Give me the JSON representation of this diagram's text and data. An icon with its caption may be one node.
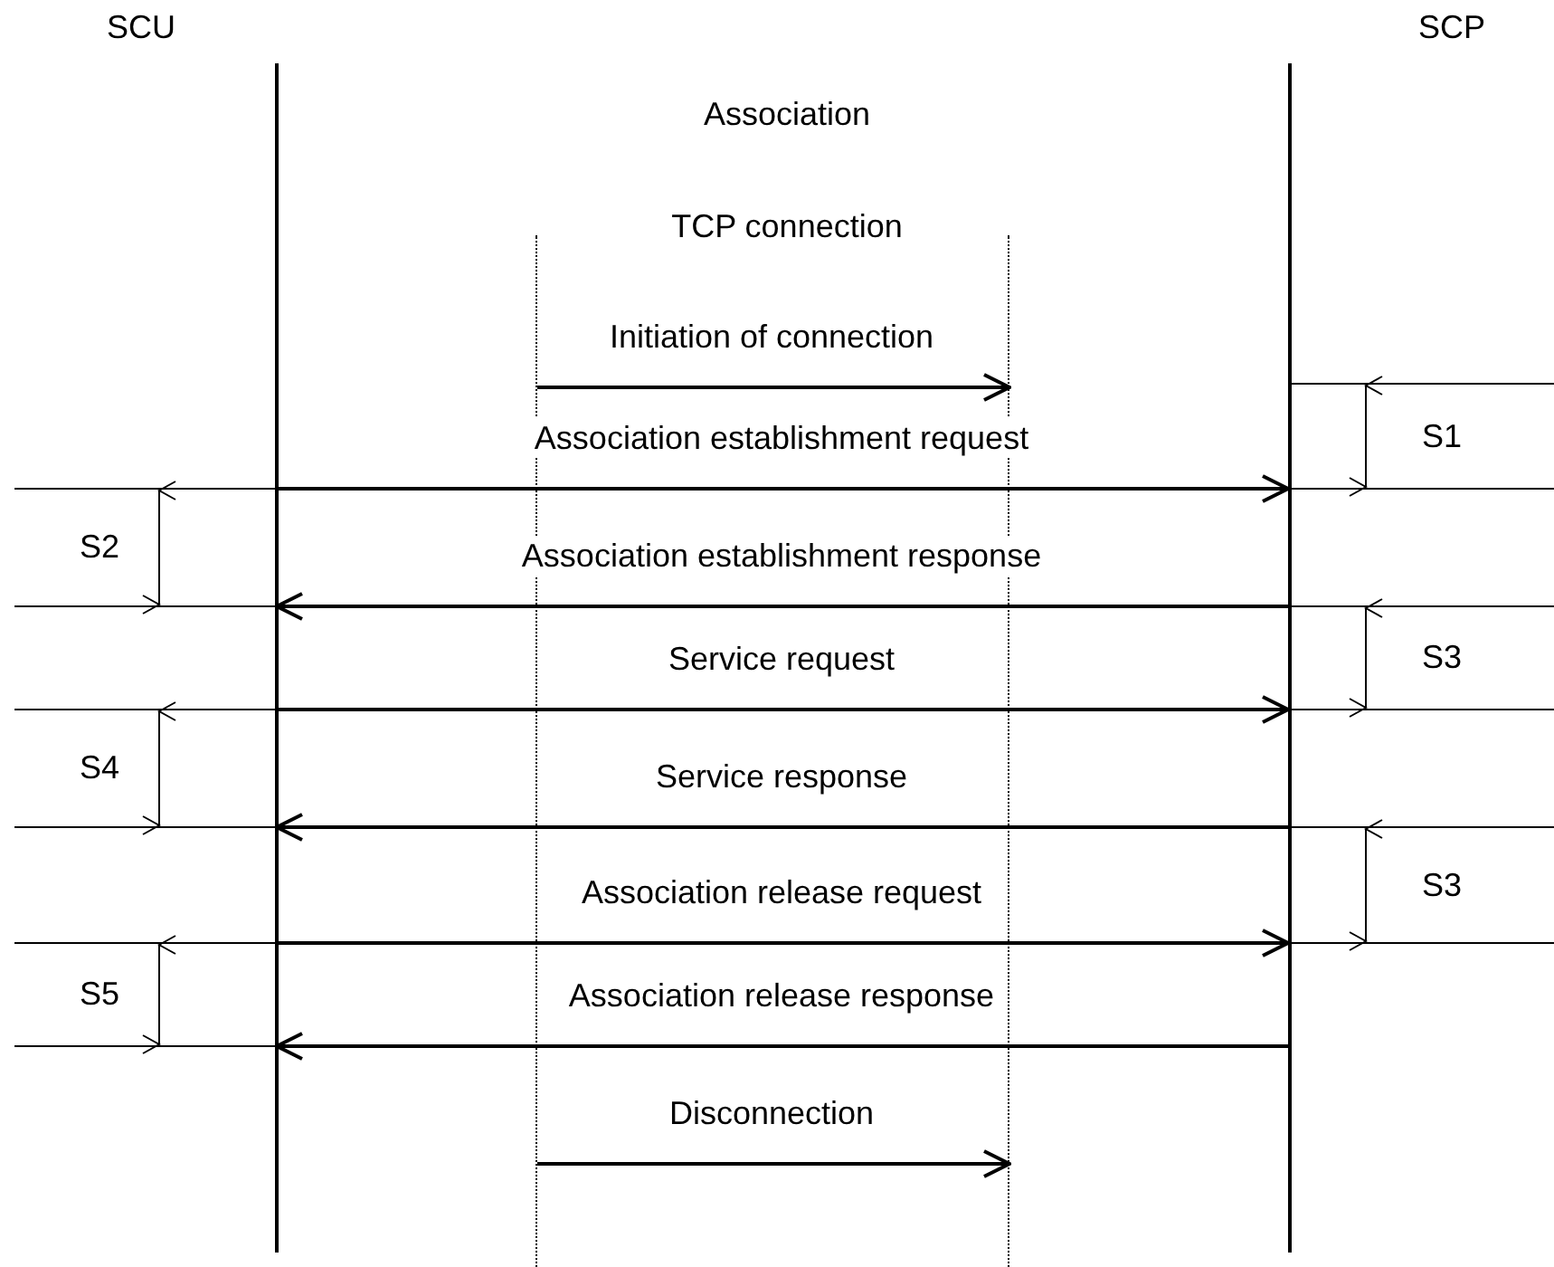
{
  "diagram": {
    "nodes": [
      {
        "text": [
          "SCU"
        ]
      },
      {
        "text": [
          "SCP"
        ]
      },
      {
        "text": [],
        "shape": "line"
      },
      {
        "text": [],
        "shape": "line"
      }
    ],
    "edges": [
      {
        "from": 2,
        "to": 3,
        "arrow": "to",
        "label": "Initiation of connection"
      },
      {
        "from": 0,
        "to": 1,
        "arrow": "to",
        "label": "Association establishment request"
      },
      {
        "from": 1,
        "to": 0,
        "arrow": "to",
        "label": "Association establishment response"
      },
      {
        "from": 0,
        "to": 1,
        "arrow": "to",
        "label": "Service request"
      },
      {
        "from": 1,
        "to": 0,
        "arrow": "to",
        "label": "Service response"
      },
      {
        "from": 0,
        "to": 1,
        "arrow": "to",
        "label": "Association release request"
      },
      {
        "from": 1,
        "to": 0,
        "arrow": "to",
        "label": "Association release response"
      },
      {
        "from": 2,
        "to": 3,
        "arrow": "to",
        "label": "Disconnection"
      }
    ],
    "labels": [
      "Association",
      "TCP connection",
      "S1",
      "S2",
      "S3",
      "S4",
      "S3",
      "S5"
    ]
  }
}
